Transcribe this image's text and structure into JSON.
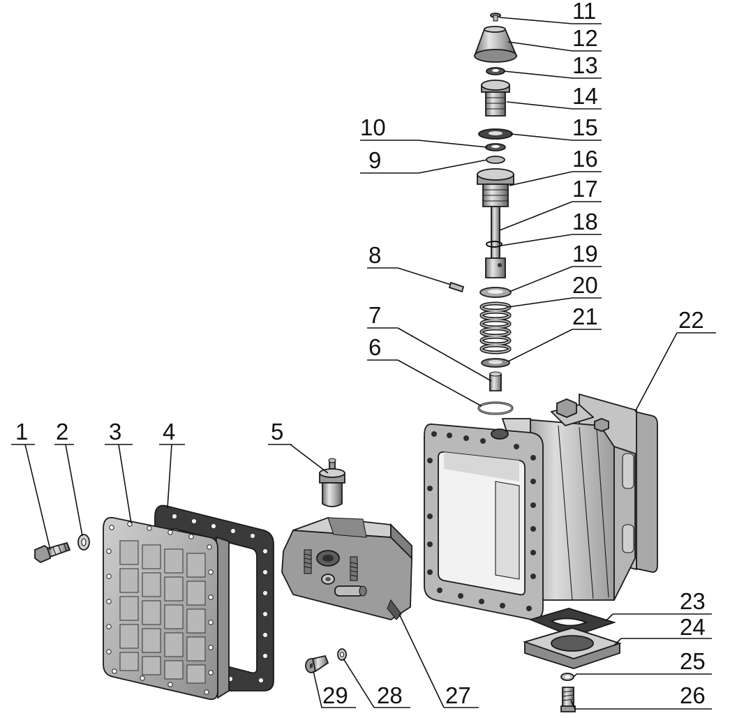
{
  "callouts": [
    {
      "id": "1",
      "label": "1"
    },
    {
      "id": "2",
      "label": "2"
    },
    {
      "id": "3",
      "label": "3"
    },
    {
      "id": "4",
      "label": "4"
    },
    {
      "id": "5",
      "label": "5"
    },
    {
      "id": "6",
      "label": "6"
    },
    {
      "id": "7",
      "label": "7"
    },
    {
      "id": "8",
      "label": "8"
    },
    {
      "id": "9",
      "label": "9"
    },
    {
      "id": "10",
      "label": "10"
    },
    {
      "id": "11",
      "label": "11"
    },
    {
      "id": "12",
      "label": "12"
    },
    {
      "id": "13",
      "label": "13"
    },
    {
      "id": "14",
      "label": "14"
    },
    {
      "id": "15",
      "label": "15"
    },
    {
      "id": "16",
      "label": "16"
    },
    {
      "id": "17",
      "label": "17"
    },
    {
      "id": "18",
      "label": "18"
    },
    {
      "id": "19",
      "label": "19"
    },
    {
      "id": "20",
      "label": "20"
    },
    {
      "id": "21",
      "label": "21"
    },
    {
      "id": "22",
      "label": "22"
    },
    {
      "id": "23",
      "label": "23"
    },
    {
      "id": "24",
      "label": "24"
    },
    {
      "id": "25",
      "label": "25"
    },
    {
      "id": "26",
      "label": "26"
    },
    {
      "id": "27",
      "label": "27"
    },
    {
      "id": "28",
      "label": "28"
    },
    {
      "id": "29",
      "label": "29"
    }
  ],
  "colors": {
    "metal_light": "#d9d9d9",
    "metal_mid": "#a9a9a9",
    "metal_dark": "#6e6e6e",
    "gasket": "#3a3a3a",
    "line": "#111111"
  }
}
